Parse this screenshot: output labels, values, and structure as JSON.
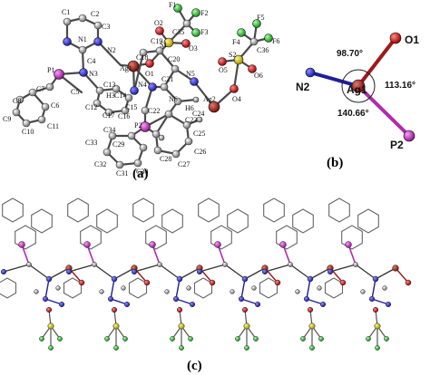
{
  "panels": {
    "a": "(a)",
    "b": "(b)",
    "c": "(c)"
  },
  "panel_a_labels": {
    "C1": "C1",
    "C2": "C2",
    "C3": "C3",
    "C4": "C4",
    "C5": "C5",
    "C6": "C6",
    "C7": "C7",
    "C8": "C8",
    "C9": "C9",
    "C10": "C10",
    "C11": "C11",
    "C12": "C12",
    "C13": "C13",
    "C14": "C14",
    "C15": "C15",
    "C16": "C16",
    "C17": "C17",
    "C18": "C18",
    "C19": "C19",
    "C20": "C20",
    "C21": "C21",
    "C22": "C22",
    "C23": "C23",
    "C24": "C24",
    "C25": "C25",
    "C26": "C26",
    "C27": "C27",
    "C28": "C28",
    "C29": "C29",
    "C30": "C30",
    "C31": "C31",
    "C32": "C32",
    "C33": "C33",
    "C34": "C34",
    "C35": "C35",
    "C36": "C36",
    "N1": "N1",
    "N2": "N2",
    "N3": "N3",
    "N4": "N4",
    "N5": "N5",
    "N6": "N6",
    "O1": "O1",
    "O2": "O2",
    "O3": "O3",
    "O4": "O4",
    "O5": "O5",
    "O6": "O6",
    "F1": "F1",
    "F2": "F2",
    "F3": "F3",
    "F4": "F4",
    "F5": "F5",
    "F6": "F6",
    "S1": "S1",
    "S2": "S2",
    "P1": "P1",
    "P2": "P2",
    "Ag1": "Ag1",
    "Ag2": "Ag2",
    "H3": "H3",
    "H6": "H6"
  },
  "panel_b": {
    "center": "Ag1",
    "ligand_n": "N2",
    "ligand_o": "O1",
    "ligand_p": "P2",
    "angle_1": "98.70°",
    "angle_2": "113.16°",
    "angle_3": "140.66°"
  },
  "colors": {
    "nitrogen": "#2a2acf",
    "oxygen": "#cc1111",
    "silver": "#b0201a",
    "phosphorus": "#c030c0",
    "sulfur": "#d8c400",
    "fluorine": "#22c022",
    "carbon": "#8c8c8c",
    "bond": "#555555"
  }
}
